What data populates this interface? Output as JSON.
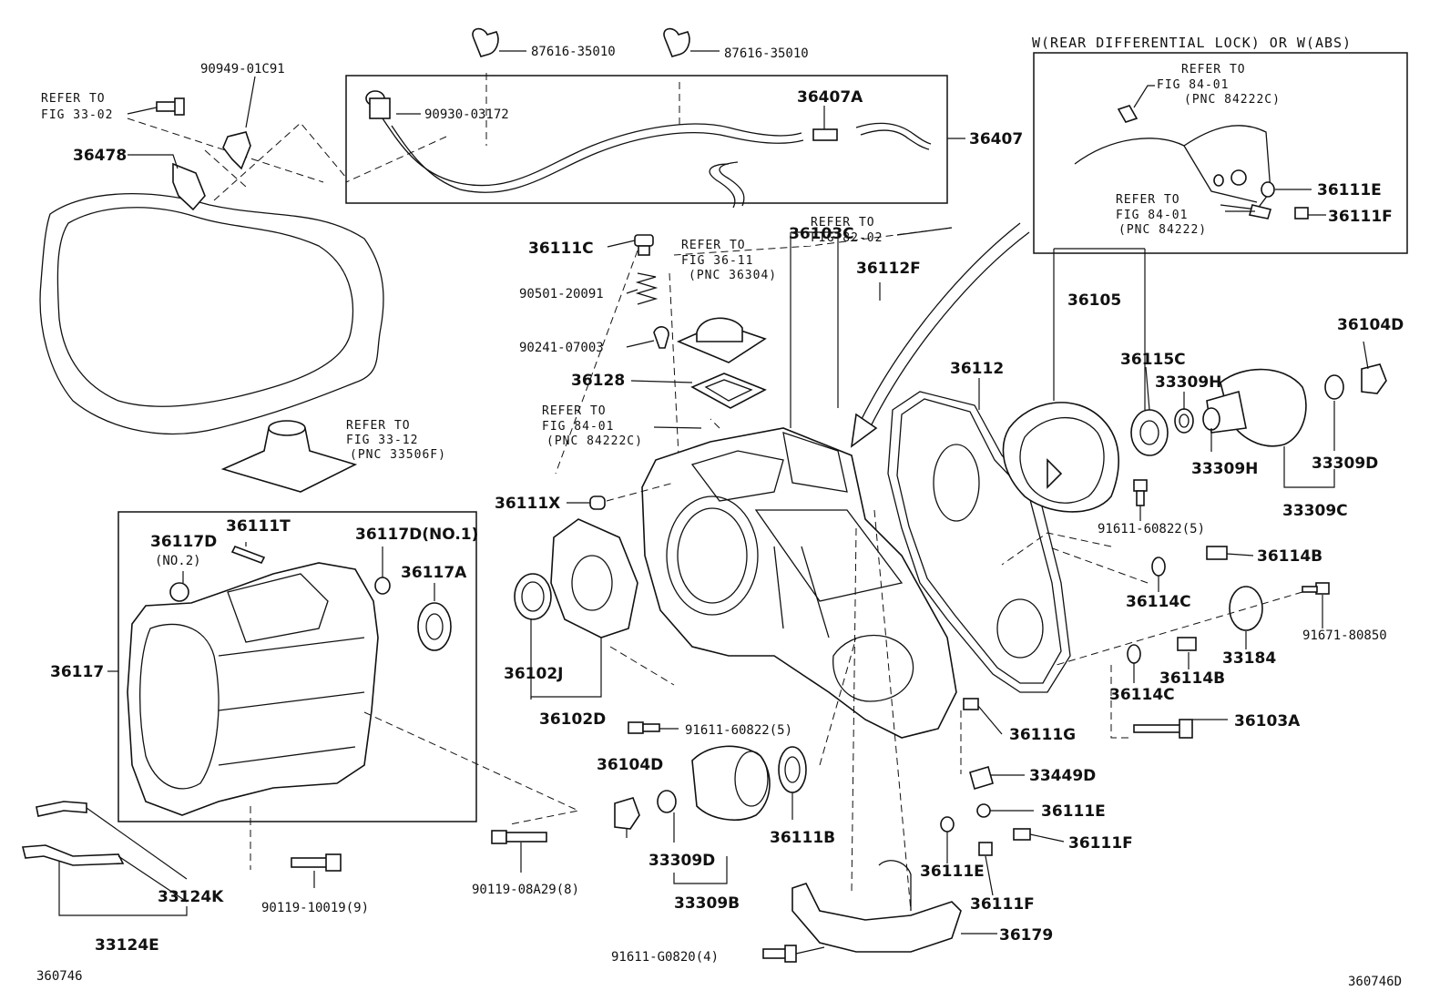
{
  "footer": {
    "left_code": "360746",
    "right_code": "360746D"
  },
  "inset": {
    "title": "W(REAR DIFFERENTIAL LOCK) OR W(ABS)"
  },
  "refers": {
    "fig_33_02": [
      "REFER TO",
      "FIG 33-02"
    ],
    "fig_36_11": [
      "REFER TO",
      "FIG 36-11",
      "(PNC 36304)"
    ],
    "fig_82_02": [
      "REFER TO",
      "FIG 82-02"
    ],
    "fig_84_01_main": [
      "REFER TO",
      "FIG 84-01",
      "(PNC 84222C)"
    ],
    "fig_33_12": [
      "REFER TO",
      "FIG 33-12",
      "(PNC 33506F)"
    ],
    "fig_84_01_inset_a": [
      "REFER TO",
      "FIG 84-01",
      "(PNC 84222C)"
    ],
    "fig_84_01_inset_b": [
      "REFER TO",
      "FIG 84-01",
      "(PNC 84222)"
    ]
  },
  "labels": {
    "p87616_a": "87616-35010",
    "p87616_b": "87616-35010",
    "p90949": "90949-01C91",
    "p90930": "90930-03172",
    "p36407A": "36407A",
    "p36407": "36407",
    "p36478": "36478",
    "p36111C": "36111C",
    "p90501": "90501-20091",
    "p90241": "90241-07003",
    "p36128": "36128",
    "p36112F": "36112F",
    "p36103C": "36103C",
    "p36105": "36105",
    "p36104D_top": "36104D",
    "p36112": "36112",
    "p36115C": "36115C",
    "p33309H_a": "33309H",
    "p33309H_b": "33309H",
    "p33309D_top": "33309D",
    "p33309C": "33309C",
    "p36111X": "36111X",
    "p91611_a": "91611-60822(5)",
    "p36114B_a": "36114B",
    "p36114C_a": "36114C",
    "p91671": "91671-80850",
    "p33184": "33184",
    "p36114B_b": "36114B",
    "p36114C_b": "36114C",
    "p36103A": "36103A",
    "p36111T": "36111T",
    "p36117D_no2": "36117D",
    "p36117D_no2_sub": "(NO.2)",
    "p36117D_no1": "36117D(NO.1)",
    "p36117A": "36117A",
    "p36117": "36117",
    "p36102J": "36102J",
    "p36102D": "36102D",
    "p91611_b": "91611-60822(5)",
    "p36111G": "36111G",
    "p36104D_bot": "36104D",
    "p33449D": "33449D",
    "p36111E_a": "36111E",
    "p36111F_a": "36111F",
    "p36111B": "36111B",
    "p33309D_bot": "33309D",
    "p33309B": "33309B",
    "p36111E_b": "36111E",
    "p36111F_b": "36111F",
    "p90119_08A29": "90119-08A29(8)",
    "p90119_10019": "90119-10019(9)",
    "p33124K": "33124K",
    "p33124E": "33124E",
    "p36179": "36179",
    "p91611_G0820": "91611-G0820(4)",
    "p36111E_inset": "36111E",
    "p36111F_inset": "36111F"
  }
}
